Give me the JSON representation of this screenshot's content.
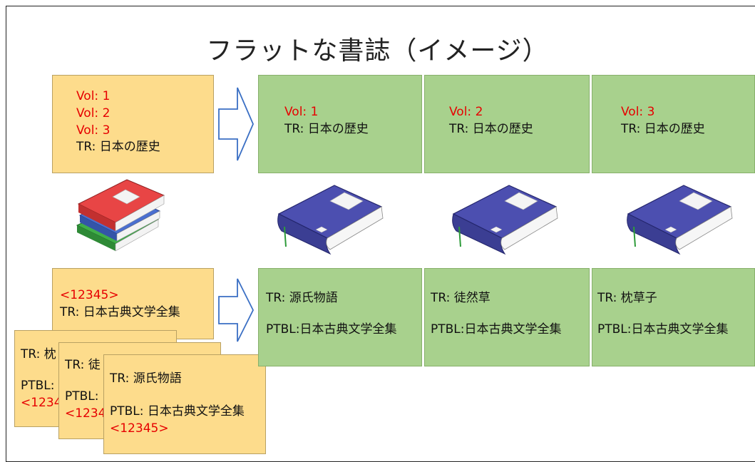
{
  "title": "フラットな書誌（イメージ）",
  "colors": {
    "source_box": "#fddc8c",
    "target_box": "#a8d18d",
    "highlight_text": "#e60000",
    "arrow_stroke": "#3a6fc4"
  },
  "top_source": {
    "vols": [
      "Vol: 1",
      "Vol: 2",
      "Vol: 3"
    ],
    "tr": "TR: 日本の歴史"
  },
  "top_targets": [
    {
      "vol": "Vol: 1",
      "tr": "TR: 日本の歴史"
    },
    {
      "vol": "Vol: 2",
      "tr": "TR: 日本の歴史"
    },
    {
      "vol": "Vol: 3",
      "tr": "TR: 日本の歴史"
    }
  ],
  "bottom_source": {
    "id": "<12345>",
    "tr": "TR: 日本古典文学全集"
  },
  "stacked_cards": [
    {
      "tr": "TR: 枕",
      "ptbl": "PTBL:",
      "id": "<1234"
    },
    {
      "tr": "TR: 徒",
      "ptbl": "PTBL:",
      "id": "<1234"
    },
    {
      "tr": "TR: 源氏物語",
      "ptbl": "PTBL: 日本古典文学全集",
      "id": "<12345>"
    }
  ],
  "bottom_targets": [
    {
      "tr": "TR: 源氏物語",
      "ptbl": "PTBL:日本古典文学全集"
    },
    {
      "tr": "TR: 徒然草",
      "ptbl": "PTBL:日本古典文学全集"
    },
    {
      "tr": "TR: 枕草子",
      "ptbl": "PTBL:日本古典文学全集"
    }
  ],
  "icons": [
    "book-stack-icon",
    "book-icon",
    "book-icon",
    "book-icon",
    "arrow-right-icon",
    "arrow-right-icon"
  ]
}
